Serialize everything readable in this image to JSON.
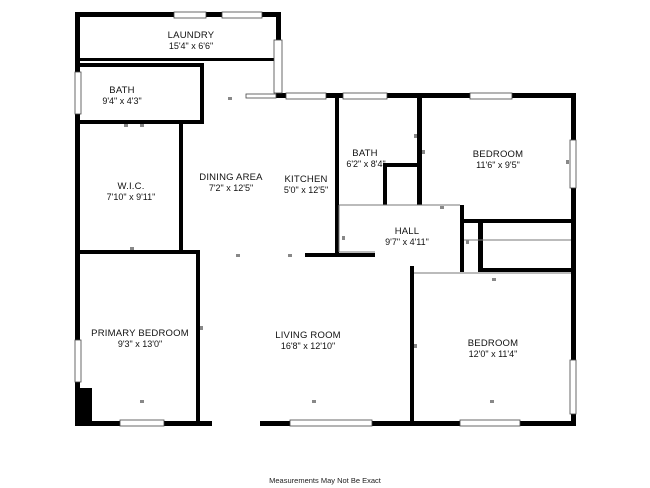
{
  "rooms": {
    "laundry": {
      "name": "LAUNDRY",
      "dims": "15'4\" x 6'6\""
    },
    "bath1": {
      "name": "BATH",
      "dims": "9'4\" x 4'3\""
    },
    "wic": {
      "name": "W.I.C.",
      "dims": "7'10\" x 9'11\""
    },
    "dining": {
      "name": "DINING AREA",
      "dims": "7'2\" x 12'5\""
    },
    "kitchen": {
      "name": "KITCHEN",
      "dims": "5'0\" x 12'5\""
    },
    "bath2": {
      "name": "BATH",
      "dims": "6'2\" x 8'4\""
    },
    "bedroom1": {
      "name": "BEDROOM",
      "dims": "11'6\" x 9'5\""
    },
    "hall": {
      "name": "HALL",
      "dims": "9'7\" x 4'11\""
    },
    "primary": {
      "name": "PRIMARY BEDROOM",
      "dims": "9'3\" x 13'0\""
    },
    "living": {
      "name": "LIVING ROOM",
      "dims": "16'8\" x 12'10\""
    },
    "bedroom2": {
      "name": "BEDROOM",
      "dims": "12'0\" x 11'4\""
    }
  },
  "footer": "Measurements May Not Be Exact"
}
